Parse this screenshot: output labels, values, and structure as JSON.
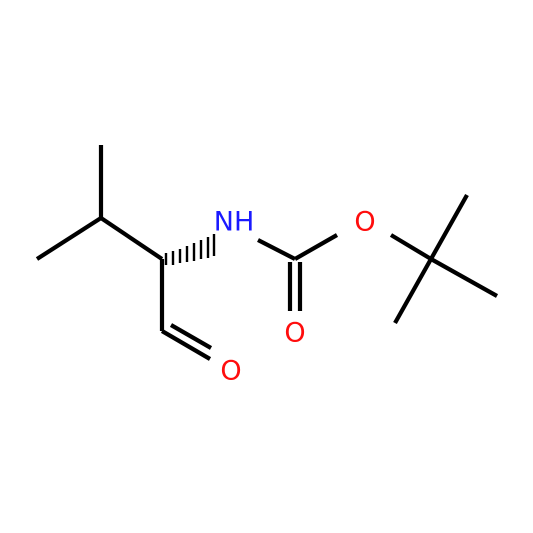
{
  "molecule": {
    "atoms": {
      "nitrogen": {
        "label": "NH",
        "element": "N"
      },
      "carbonyl_oxygen": {
        "label": "O",
        "element": "O"
      },
      "ester_oxygen": {
        "label": "O",
        "element": "O"
      },
      "aldehyde_oxygen": {
        "label": "O",
        "element": "O"
      }
    },
    "colors": {
      "bond": "#000000",
      "nitrogen": "#1a1aff",
      "oxygen": "#ff0d0d"
    }
  }
}
